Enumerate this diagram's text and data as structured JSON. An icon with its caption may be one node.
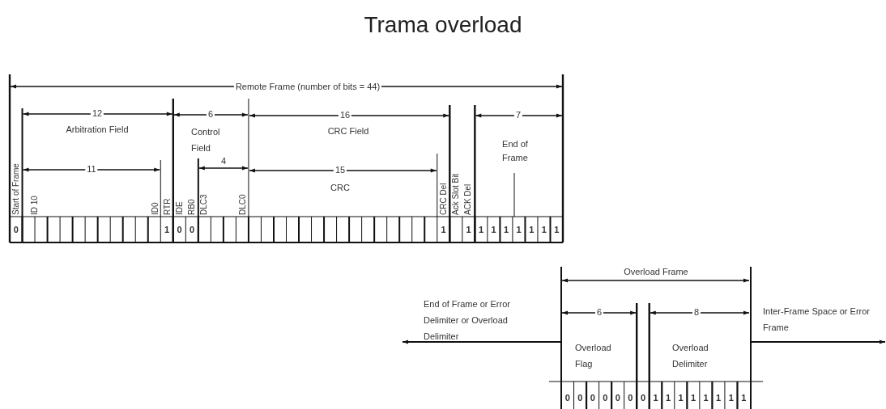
{
  "diagram": {
    "title": "Trama overload",
    "nodes": [
      {
        "text": [
          "End of Frame"
        ]
      },
      {
        "text": [
          "Overload Frame"
        ]
      }
    ],
    "edges": [
      {
        "from": 0,
        "to": null,
        "arrow": "none"
      },
      {
        "from": 1,
        "to": null,
        "arrow": "to"
      },
      {
        "from": 1,
        "to": null,
        "arrow": "to"
      }
    ],
    "labels": [
      "Remote Frame (number of bits = 44)",
      "12",
      "Arbitration Field",
      "6",
      "Control Field",
      "16",
      "CRC Field",
      "7",
      "11",
      "4",
      "15",
      "CRC",
      "Start of Frame",
      "ID 10",
      "ID0",
      "RTR",
      "IDE",
      "RB0",
      "DLC3",
      "DLC0",
      "CRC Del",
      "Ack Slot Bit",
      "ACK Del",
      "0",
      "1",
      "0",
      "0",
      "1",
      "1",
      "1",
      "1",
      "1",
      "1",
      "1",
      "1",
      "1",
      "6",
      "8",
      "End of Frame or Error Delimiter or Overload Delimiter",
      "Inter-Frame Space or Error Frame",
      "Overload Flag",
      "Overload Delimiter",
      "0",
      "0",
      "0",
      "0",
      "0",
      "0",
      "0",
      "1",
      "1",
      "1",
      "1",
      "1",
      "1",
      "1",
      "1"
    ]
  }
}
